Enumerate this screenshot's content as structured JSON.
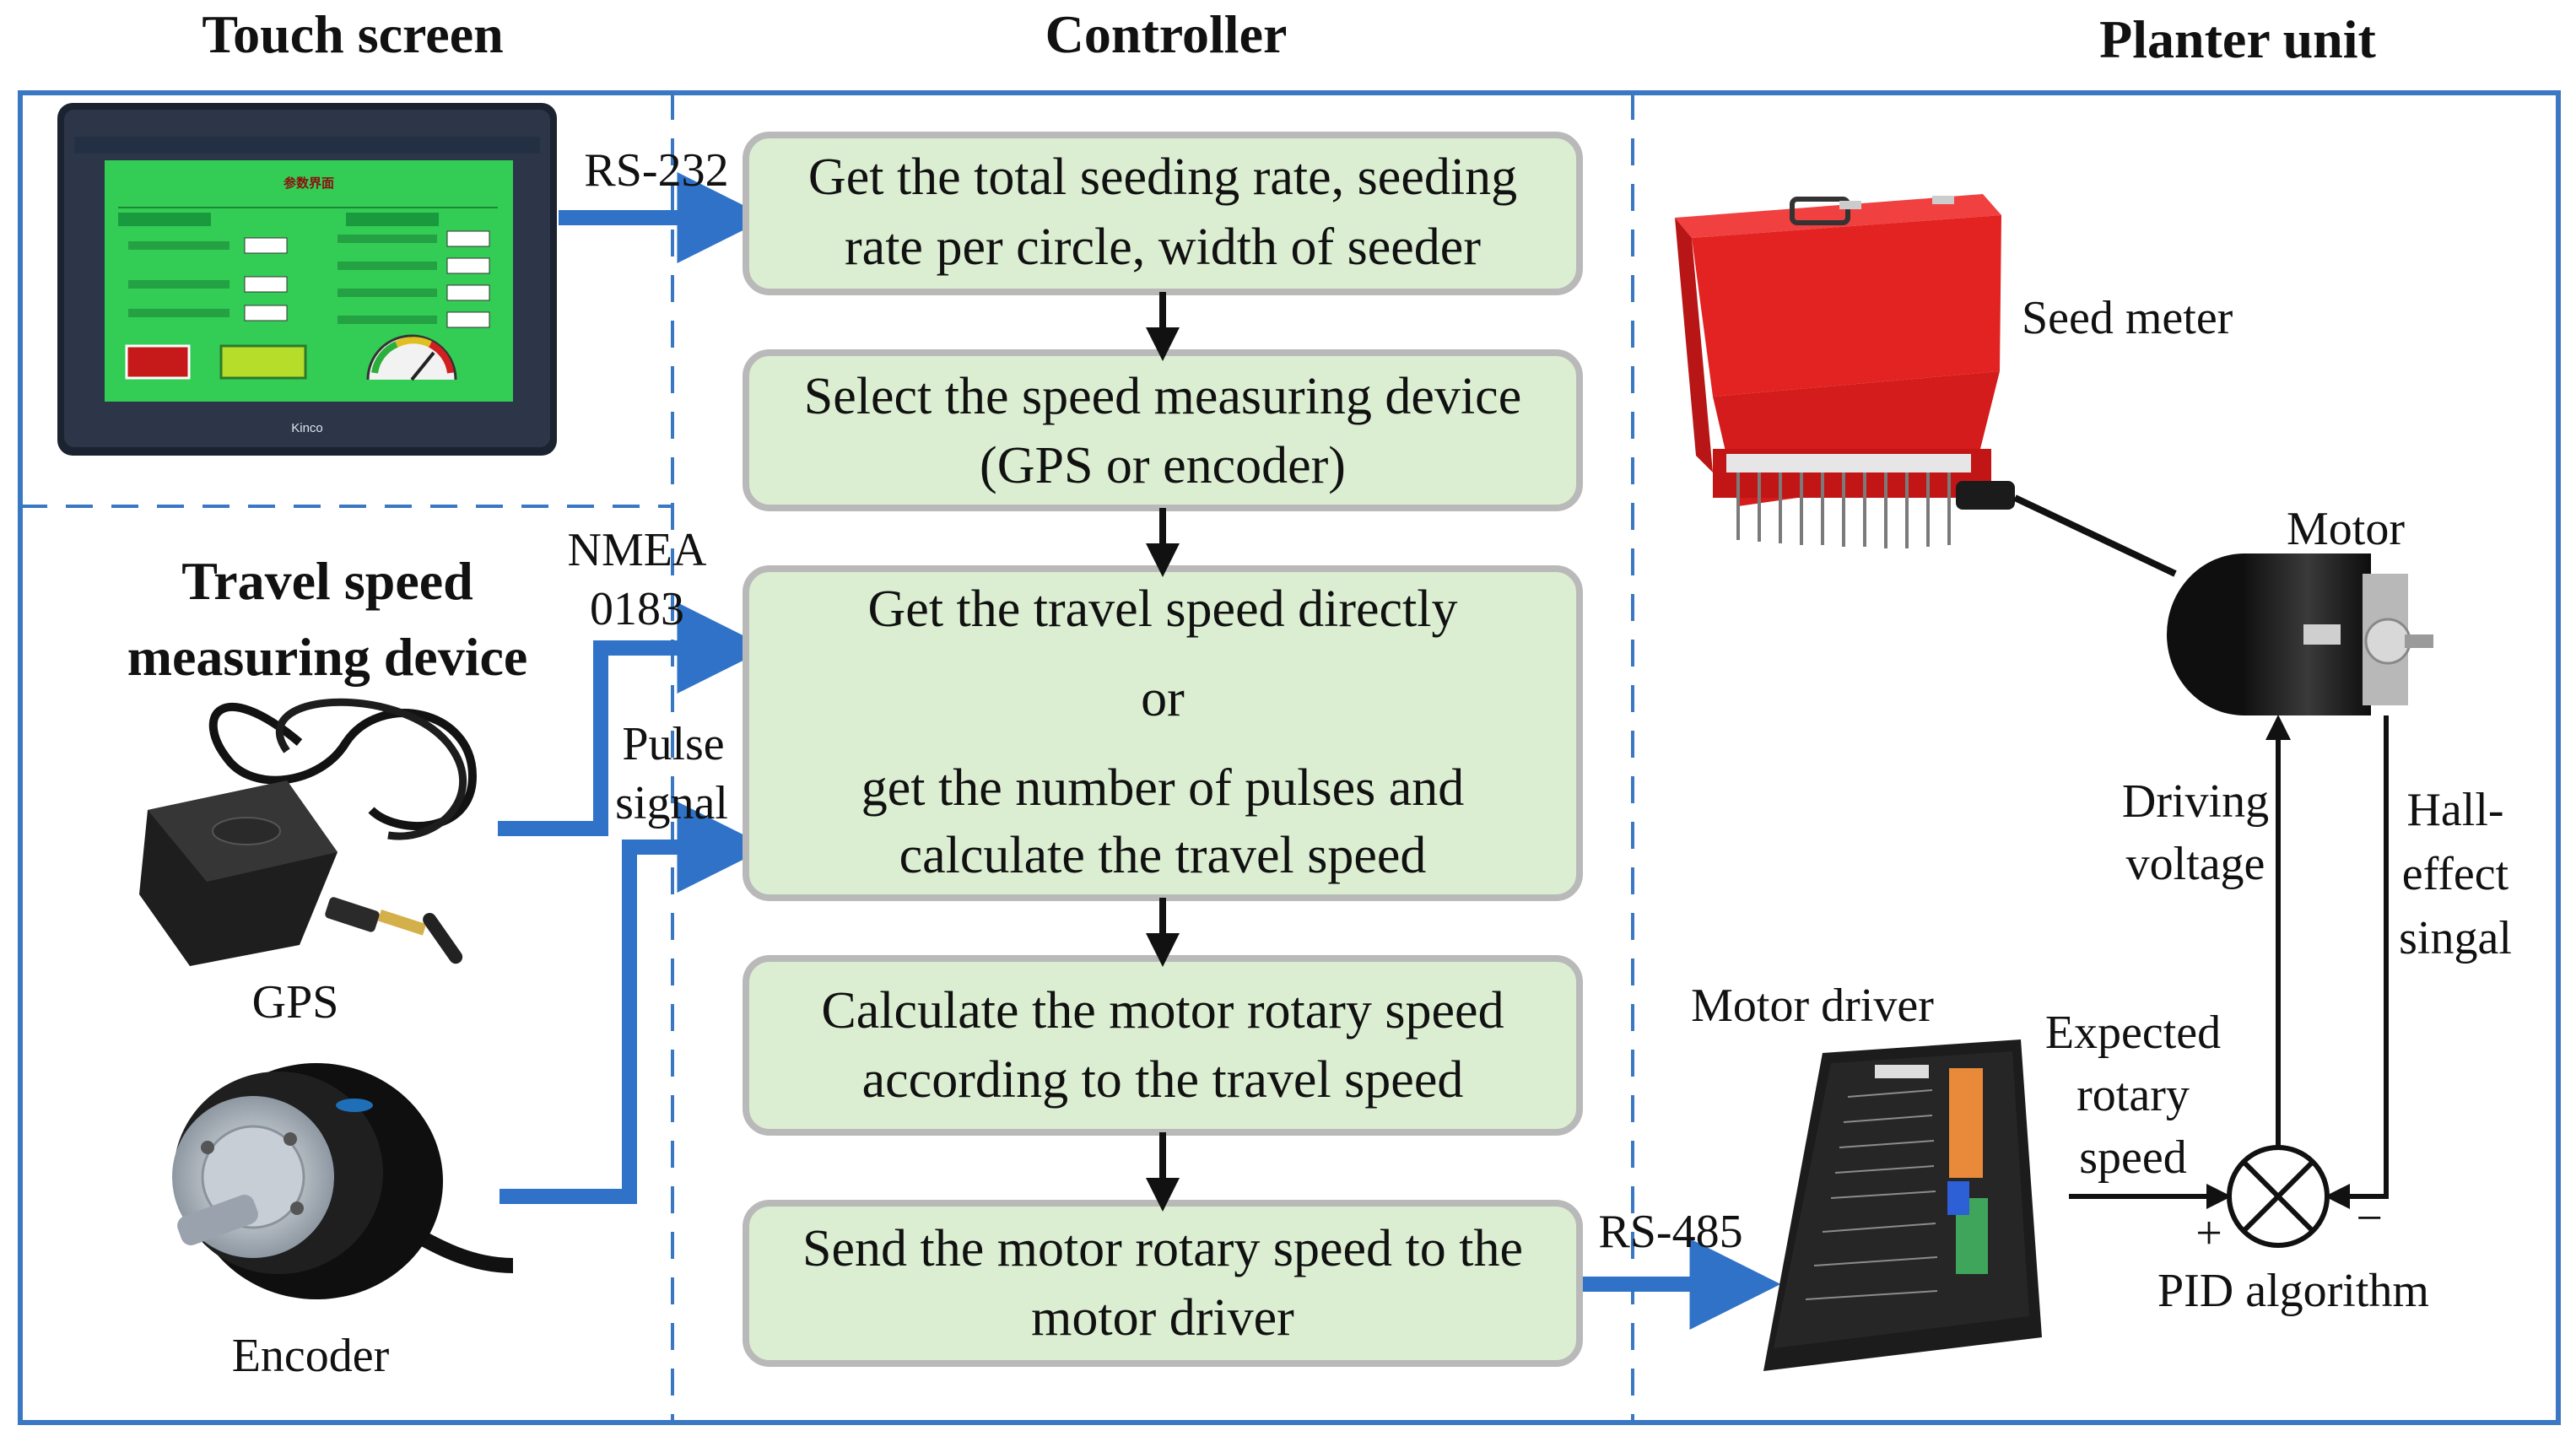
{
  "headers": {
    "touch_screen": "Touch screen",
    "controller": "Controller",
    "planter_unit": "Planter unit"
  },
  "left": {
    "travel_device_line1": "Travel speed",
    "travel_device_line2": "measuring device",
    "gps": "GPS",
    "encoder": "Encoder",
    "touchscreen_title": "参数界面",
    "touchscreen_brand": "Kinco"
  },
  "links": {
    "rs232": "RS-232",
    "nmea_line1": "NMEA",
    "nmea_line2": "0183",
    "pulse_line1": "Pulse",
    "pulse_line2": "signal",
    "rs485": "RS-485"
  },
  "steps": [
    {
      "line1": "Get  the total seeding rate, seeding",
      "line2": "rate per circle,  width of seeder"
    },
    {
      "line1": "Select the speed measuring device",
      "line2": "(GPS or encoder)"
    },
    {
      "line1": "Get the travel speed directly",
      "line2": "or",
      "line3": "get the number of  pulses and",
      "line4": "calculate the  travel speed"
    },
    {
      "line1": "Calculate the motor rotary speed",
      "line2": "according to the travel speed"
    },
    {
      "line1": "Send the motor rotary speed to the",
      "line2": "motor driver"
    }
  ],
  "planter": {
    "seed_meter": "Seed meter",
    "motor": "Motor",
    "motor_driver": "Motor driver",
    "driving_line1": "Driving",
    "driving_line2": "voltage",
    "hall_line1": "Hall-",
    "hall_line2": "effect",
    "hall_line3": "singal",
    "expected_line1": "Expected",
    "expected_line2": "rotary",
    "expected_line3": "speed",
    "plus": "+",
    "minus": "−",
    "pid": "PID algorithm"
  },
  "colors": {
    "frame": "#3a78c3",
    "arrow": "#2f72c8",
    "box_fill": "#dbeed2",
    "box_stroke": "#b9b9b9",
    "seed_meter_red": "#e32222",
    "screen_green": "#33cc55"
  }
}
